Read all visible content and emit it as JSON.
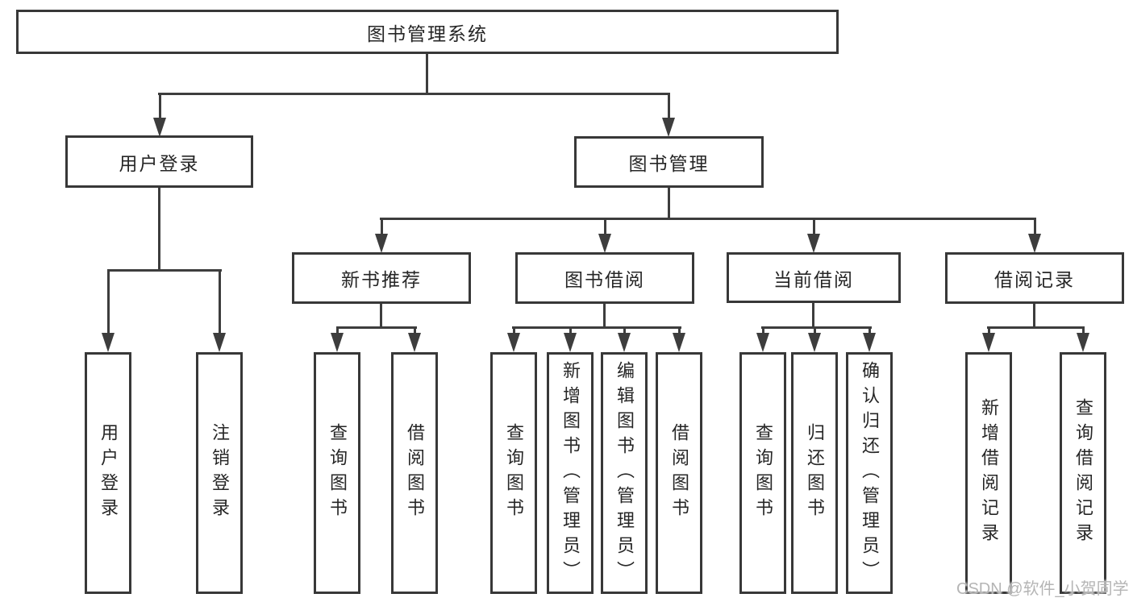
{
  "diagram": {
    "root": "图书管理系统",
    "branches": [
      {
        "label": "用户登录",
        "children": [
          "用户登录",
          "注销登录"
        ]
      },
      {
        "label": "图书管理",
        "sections": [
          {
            "label": "新书推荐",
            "children": [
              "查询图书",
              "借阅图书"
            ]
          },
          {
            "label": "图书借阅",
            "children": [
              "查询图书",
              "新增图书（管理员）",
              "编辑图书（管理员）",
              "借阅图书"
            ]
          },
          {
            "label": "当前借阅",
            "children": [
              "查询图书",
              "归还图书",
              "确认归还（管理员）"
            ]
          },
          {
            "label": "借阅记录",
            "children": [
              "新增借阅记录",
              "查询借阅记录"
            ]
          }
        ]
      }
    ]
  },
  "watermark": {
    "text": "CSDN @软件_小贺同学"
  },
  "colors": {
    "line": "#3d3d3d",
    "text": "#262626",
    "watermark": "#b5b5b5",
    "background": "#ffffff"
  }
}
